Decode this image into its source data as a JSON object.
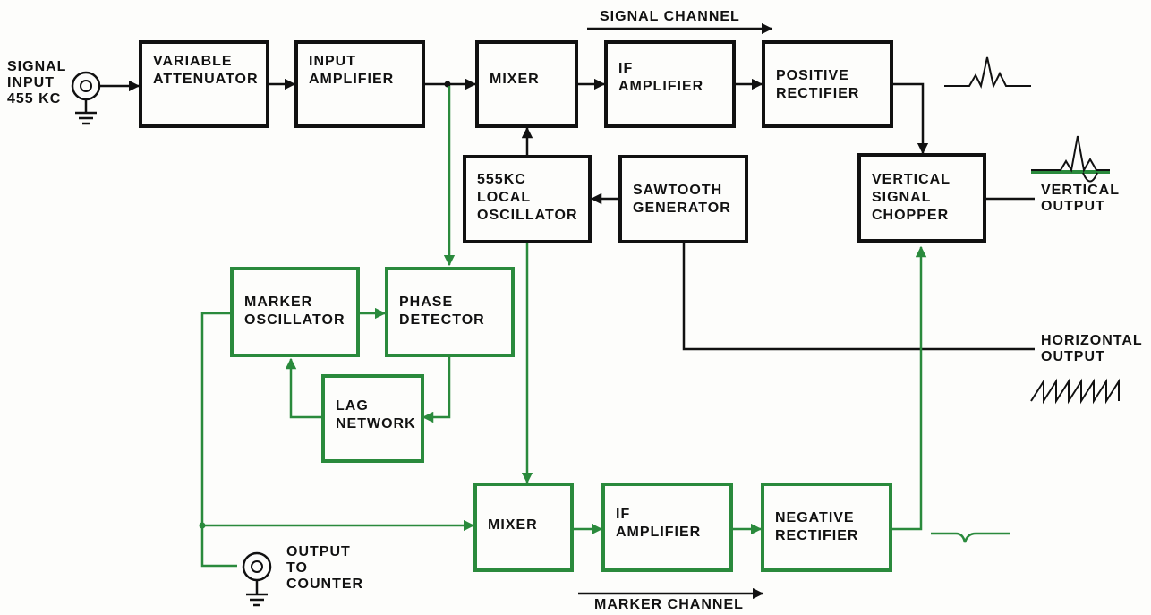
{
  "blocks": {
    "var_att": [
      "VARIABLE",
      "ATTENUATOR"
    ],
    "in_amp": [
      "INPUT",
      "AMPLIFIER"
    ],
    "mixer_top": [
      "MIXER"
    ],
    "if_top": [
      "IF",
      "AMPLIFIER"
    ],
    "pos_rect": [
      "POSITIVE",
      "RECTIFIER"
    ],
    "local_osc": [
      "555KC",
      "LOCAL",
      "OSCILLATOR"
    ],
    "sawtooth": [
      "SAWTOOTH",
      "GENERATOR"
    ],
    "vert_chop": [
      "VERTICAL",
      "SIGNAL",
      "CHOPPER"
    ],
    "marker_osc": [
      "MARKER",
      "OSCILLATOR"
    ],
    "phase_det": [
      "PHASE",
      "DETECTOR"
    ],
    "lag_net": [
      "LAG",
      "NETWORK"
    ],
    "mixer_bot": [
      "MIXER"
    ],
    "if_bot": [
      "IF",
      "AMPLIFIER"
    ],
    "neg_rect": [
      "NEGATIVE",
      "RECTIFIER"
    ]
  },
  "labels": {
    "signal_input": [
      "SIGNAL",
      "INPUT",
      "455 KC"
    ],
    "signal_channel": "SIGNAL CHANNEL",
    "marker_channel": "MARKER CHANNEL",
    "vertical_output": [
      "VERTICAL",
      "OUTPUT"
    ],
    "horizontal_output": [
      "HORIZONTAL",
      "OUTPUT"
    ],
    "output_to_counter": [
      "OUTPUT",
      "TO",
      "COUNTER"
    ]
  },
  "colors": {
    "signal_path": "#111111",
    "marker_path": "#2a8a3c"
  }
}
